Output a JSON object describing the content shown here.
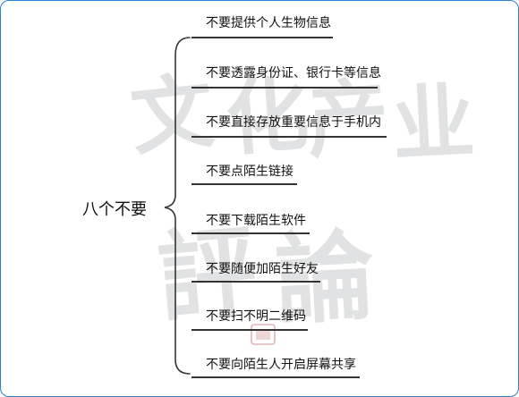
{
  "diagram": {
    "root_label": "八个不要",
    "branches": [
      {
        "label": "不要提供个人生物信息"
      },
      {
        "label": "不要透露身份证、银行卡等信息"
      },
      {
        "label": "不要直接存放重要信息于手机内"
      },
      {
        "label": "不要点陌生链接"
      },
      {
        "label": "不要下载陌生软件"
      },
      {
        "label": "不要随便加陌生好友"
      },
      {
        "label": "不要扫不明二维码"
      },
      {
        "label": "不要向陌生人开启屏幕共享"
      }
    ]
  },
  "watermark": {
    "row1": [
      "文",
      "化",
      "产",
      "业"
    ],
    "row2": [
      "評",
      "論"
    ]
  },
  "colors": {
    "frame_border": "#2a7fd4",
    "line": "#333333",
    "text": "#111111",
    "watermark": "#9ea0a4",
    "seal": "#d9a3a3"
  }
}
